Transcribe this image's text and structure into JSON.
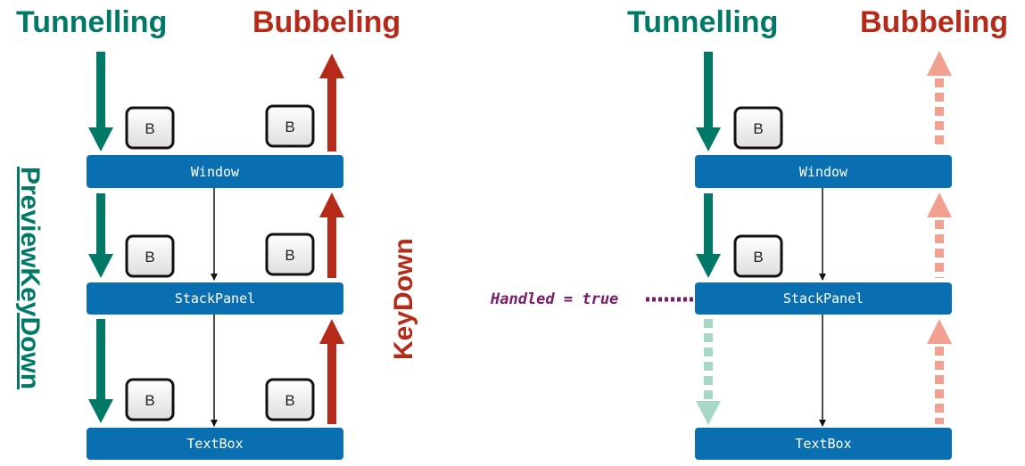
{
  "colors": {
    "tunnel": "#007a66",
    "bubble": "#b52a18",
    "tunnel_faded": "#a8d8c8",
    "bubble_faded": "#f2a090",
    "box": "#0a6fb0",
    "code": "#7a1a6a"
  },
  "left": {
    "tunnelling_title": "Tunnelling",
    "bubbeling_title": "Bubbeling",
    "preview_event_label": "PreviewKeyDown",
    "event_label": "KeyDown",
    "key": "B",
    "elements": [
      "Window",
      "StackPanel",
      "TextBox"
    ]
  },
  "right": {
    "tunnelling_title": "Tunnelling",
    "bubbeling_title": "Bubbeling",
    "handled_label": "Handled = true",
    "key": "B",
    "elements": [
      "Window",
      "StackPanel",
      "TextBox"
    ]
  }
}
